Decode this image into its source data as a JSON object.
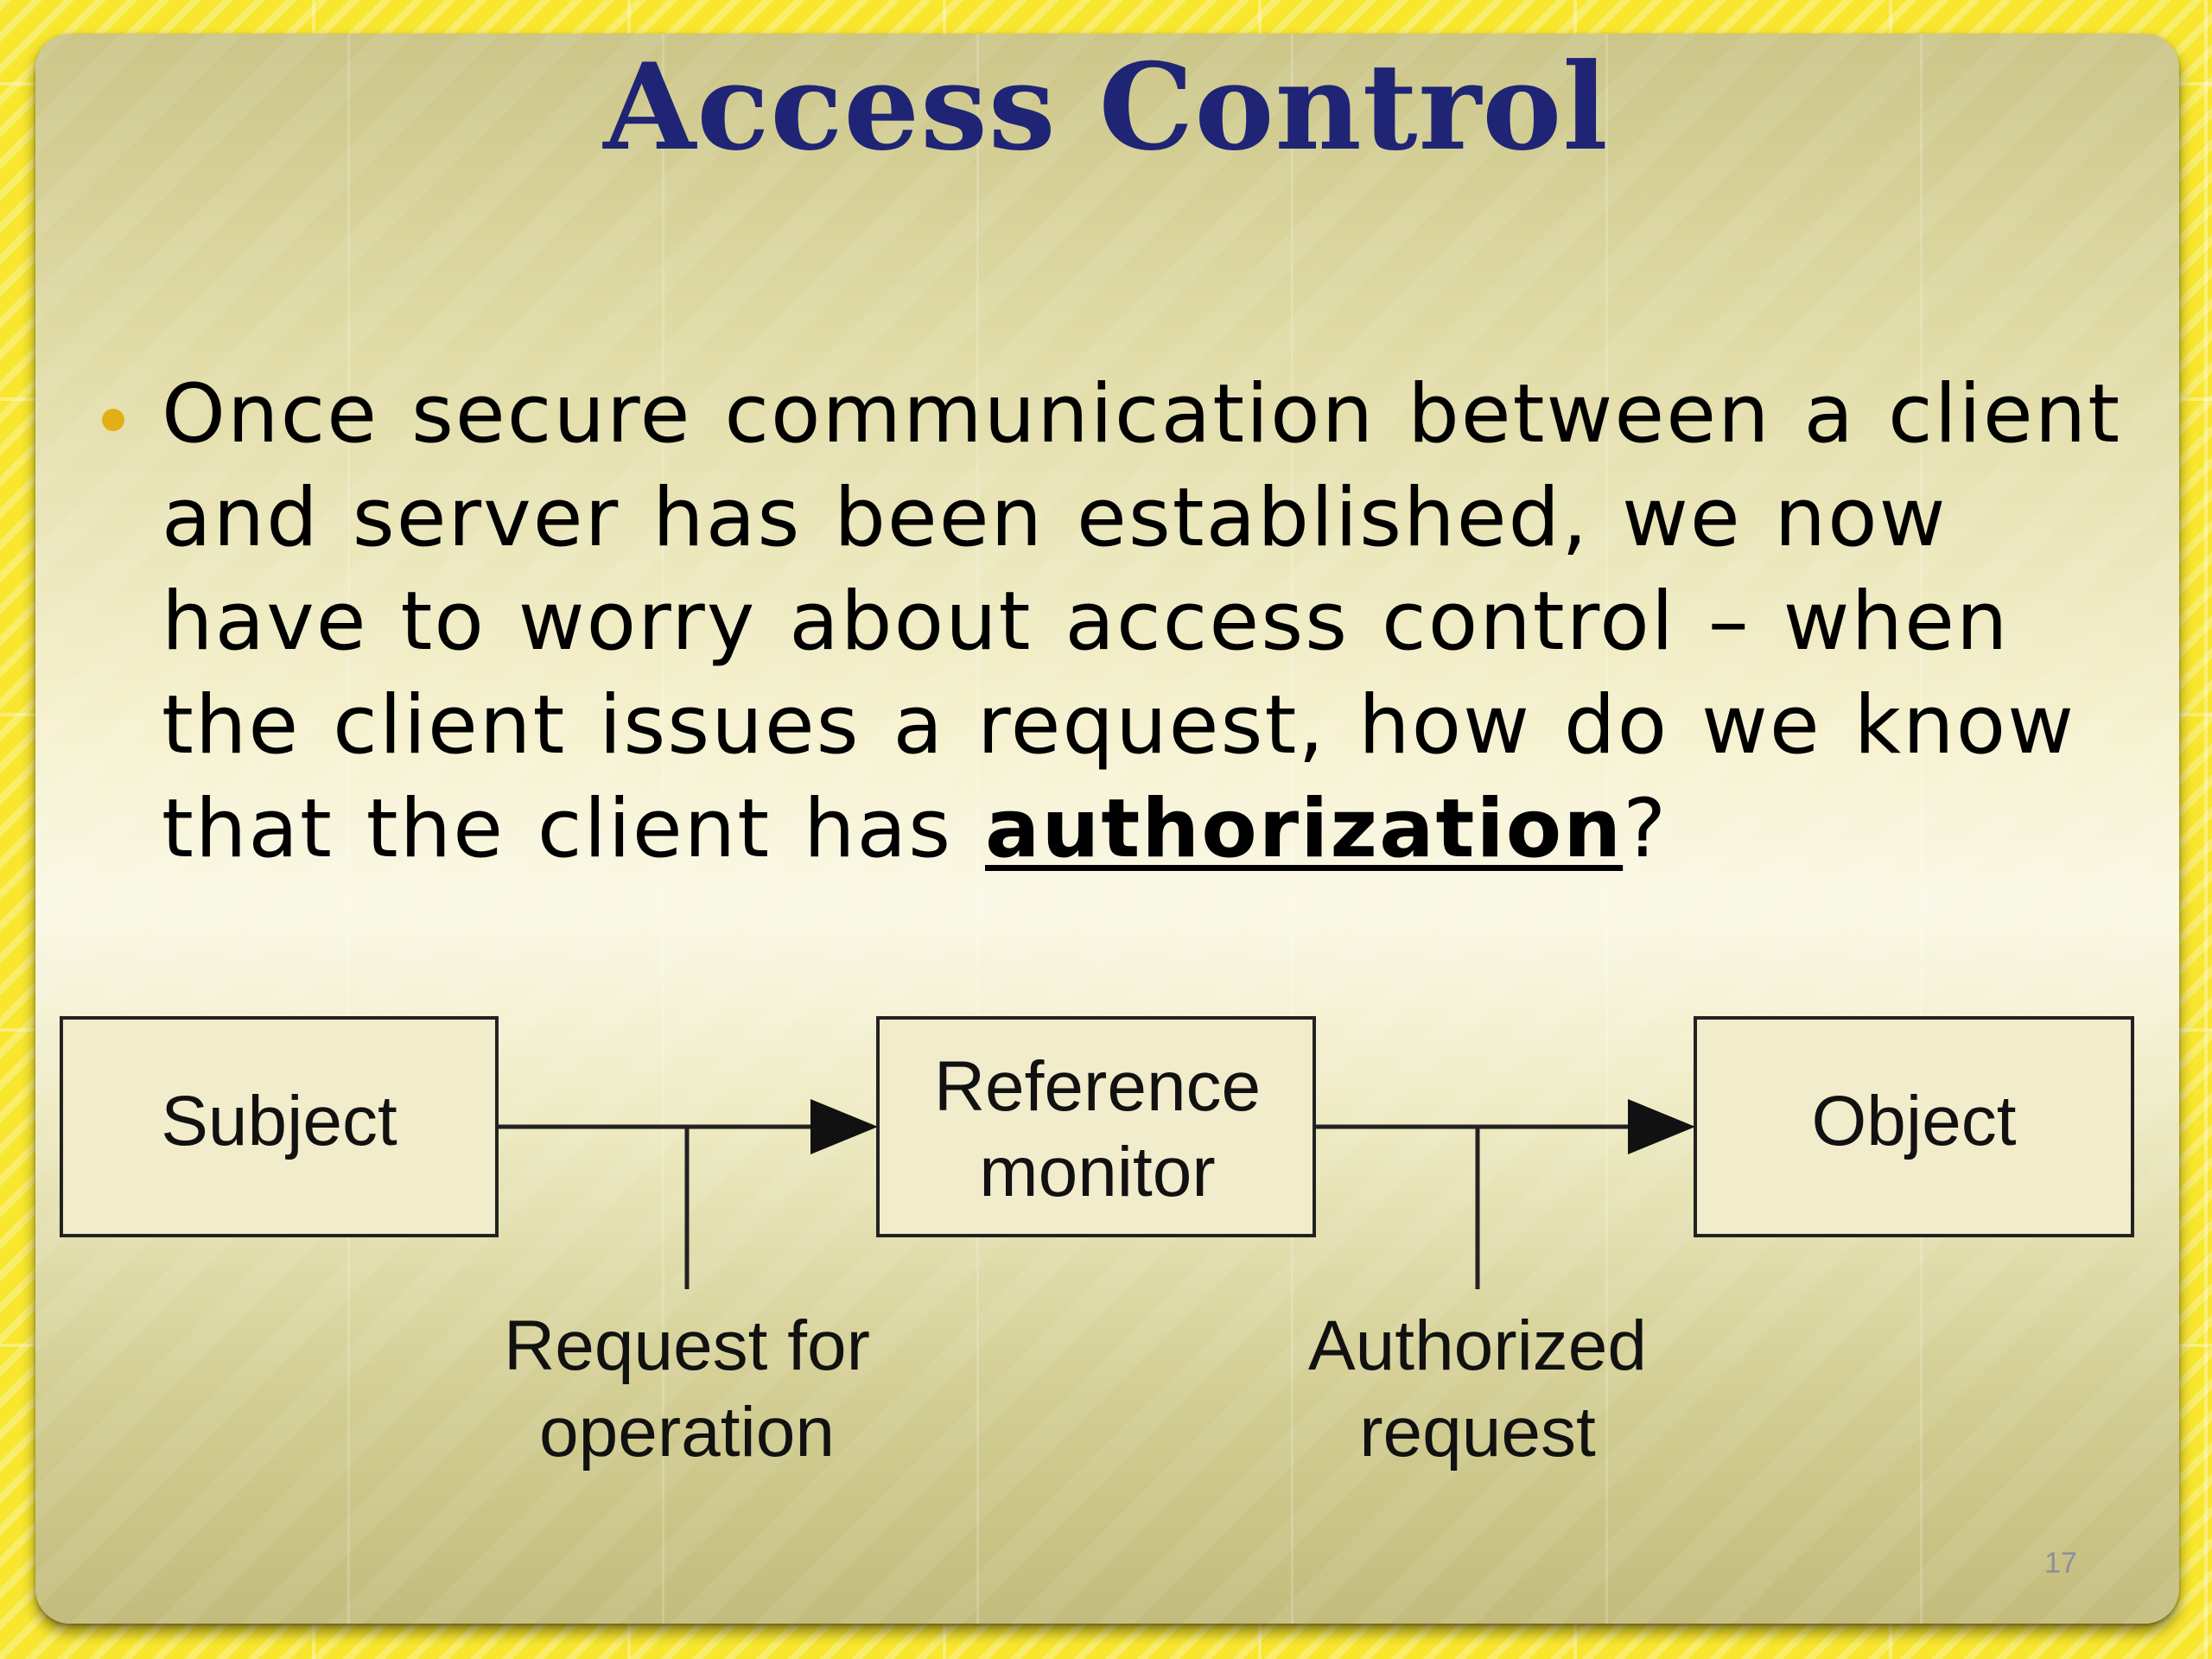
{
  "slide": {
    "title": "Access Control",
    "bullet": {
      "text_before": "Once secure communication between a client and server has been established, we now have to worry about access control – when the client issues a request, how do we know that the client has ",
      "keyword": "authorization",
      "text_after": "?"
    },
    "page_number": "17"
  },
  "diagram": {
    "nodes": [
      {
        "id": "subject",
        "label": [
          "Subject"
        ]
      },
      {
        "id": "reference-monitor",
        "label": [
          "Reference",
          "monitor"
        ]
      },
      {
        "id": "object",
        "label": [
          "Object"
        ]
      }
    ],
    "edges": [
      {
        "from": "subject",
        "to": "reference-monitor",
        "label": [
          "Request for",
          "operation"
        ]
      },
      {
        "from": "reference-monitor",
        "to": "object",
        "label": [
          "Authorized",
          "request"
        ]
      }
    ]
  },
  "colors": {
    "title": "#1f2574",
    "bullet": "#e2b016",
    "frame": "#f8e62f"
  }
}
